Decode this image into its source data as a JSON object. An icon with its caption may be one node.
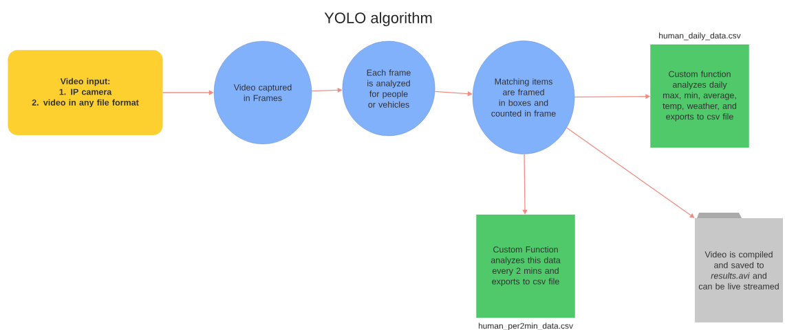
{
  "diagram": {
    "title": "YOLO algorithm",
    "nodes": [
      {
        "text": [
          "Video input:",
          "1. IP camera",
          "2. video in any file format"
        ]
      },
      {
        "text": [
          "Video captured in Frames"
        ]
      },
      {
        "text": [
          "Each frame is analyzed for people or vehicles"
        ]
      },
      {
        "text": [
          "Matching items are framed in boxes and counted in frame"
        ]
      },
      {
        "text": [
          "Custom function analyzes daily max, min, average, temp, weather, and exports to csv file"
        ],
        "beside": [
          "human_daily_data.csv"
        ]
      },
      {
        "text": [
          "Custom Function analyzes this data every 2 mins and exports to csv file"
        ],
        "beside": [
          "human_per2min_data.csv"
        ]
      },
      {
        "text": [
          "Video is compiled and saved to *results.avi* and can be live streamed"
        ]
      }
    ],
    "edges": [
      {
        "from": 0,
        "to": 1,
        "arrow": "to"
      },
      {
        "from": 1,
        "to": 2,
        "arrow": "to"
      },
      {
        "from": 2,
        "to": 3,
        "arrow": "to"
      },
      {
        "from": 3,
        "to": 4,
        "arrow": "to"
      },
      {
        "from": 3,
        "to": 5,
        "arrow": "to"
      },
      {
        "from": 3,
        "to": 6,
        "arrow": "to"
      }
    ]
  }
}
